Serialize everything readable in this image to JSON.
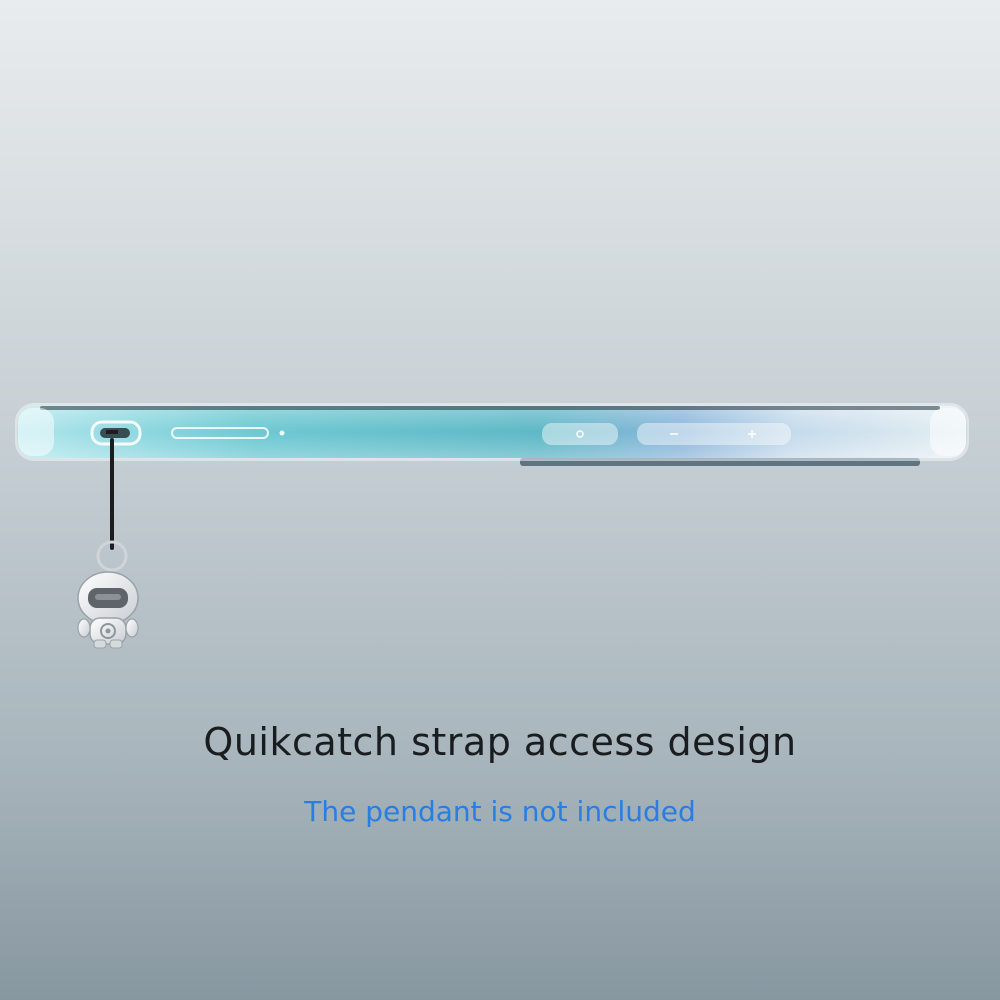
{
  "headline": "Quikcatch strap access design",
  "subline": "The pendant is not included",
  "colors": {
    "subline": "#2a7de1",
    "headline": "#1a1d20",
    "phone_screen": "#3fb8c4"
  },
  "icons": [
    "phone-case-side-view",
    "volume-button",
    "power-button",
    "strap-hole",
    "astronaut-pendant"
  ]
}
